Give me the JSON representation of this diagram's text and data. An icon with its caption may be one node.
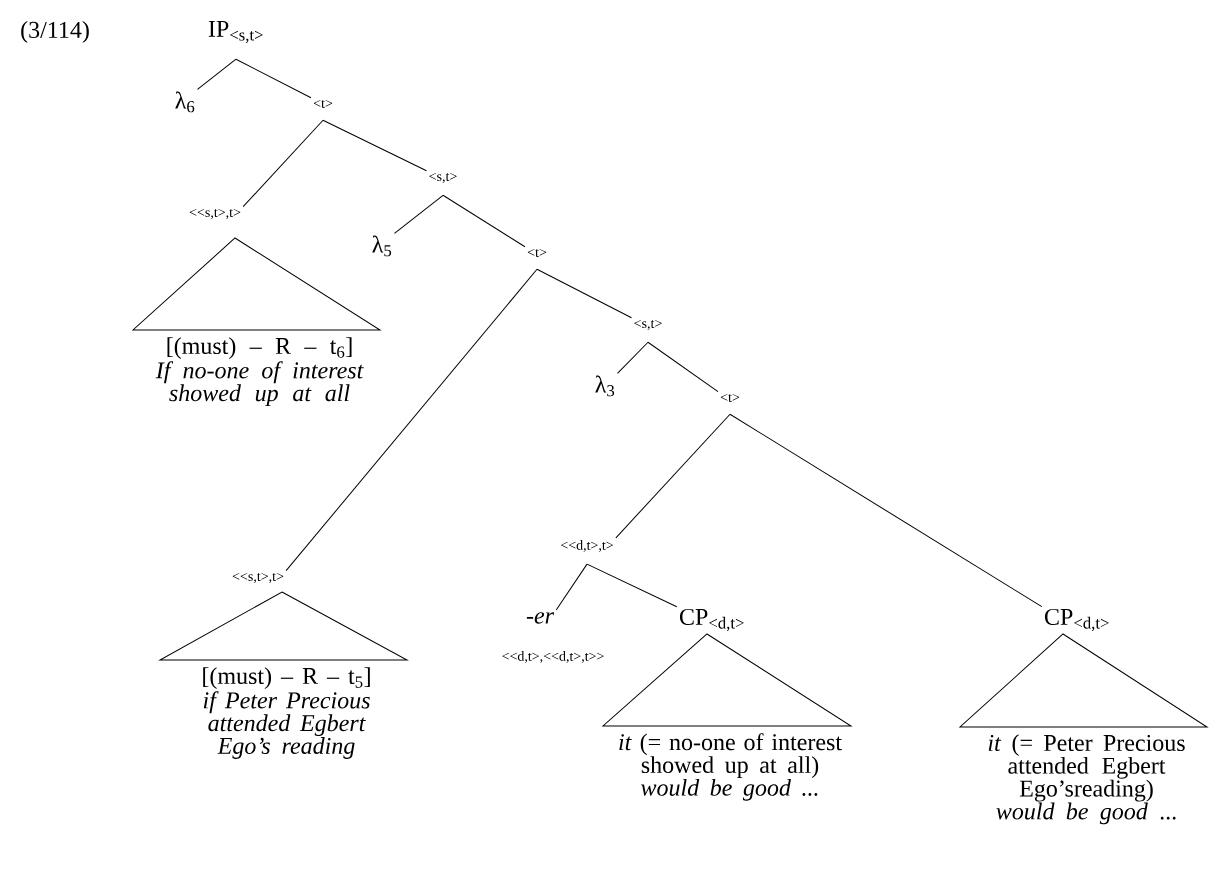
{
  "diagram": {
    "nodes": [
      {
        "text": [
          "IP$_{<s,t>}$"
        ]
      },
      {
        "text": [
          "λ$_{6}$"
        ]
      },
      {
        "text": [
          "<t>"
        ]
      },
      {
        "text": [
          "<<s,t>,t>"
        ]
      },
      {
        "text": [
          "[(must) – R – t$_{6}$]",
          "If no-one of interest showed up at all"
        ]
      },
      {
        "text": [
          "<s,t>"
        ]
      },
      {
        "text": [
          "λ$_{5}$"
        ]
      },
      {
        "text": [
          "<t>"
        ]
      },
      {
        "text": [
          "<<s,t>,t>"
        ]
      },
      {
        "text": [
          "[(must) – R – t$_{5}$]",
          "if Peter Precious attended Egbert Ego’s reading"
        ]
      },
      {
        "text": [
          "<s,t>"
        ]
      },
      {
        "text": [
          "λ$_{3}$"
        ]
      },
      {
        "text": [
          "<t>"
        ]
      },
      {
        "text": [
          "<<d,t>,t>"
        ]
      },
      {
        "text": [
          "-er",
          "<<d,t>,<<d,t>,t>>"
        ]
      },
      {
        "text": [
          "CP$_{<d,t>}$"
        ]
      },
      {
        "text": [
          "*it* (= no-one of interest showed up at all) *would be good ...*"
        ]
      },
      {
        "text": [
          "CP$_{<d,t>}$"
        ]
      },
      {
        "text": [
          "*it* (= Peter Precious attended Egbert Ego’sreading) *would be good* ..."
        ]
      }
    ],
    "edges": [
      {
        "from": 0,
        "to": 1,
        "arrow": "none"
      },
      {
        "from": 0,
        "to": 2,
        "arrow": "none"
      },
      {
        "from": 2,
        "to": 3,
        "arrow": "none"
      },
      {
        "from": 2,
        "to": 5,
        "arrow": "none"
      },
      {
        "from": 5,
        "to": 6,
        "arrow": "none"
      },
      {
        "from": 5,
        "to": 7,
        "arrow": "none"
      },
      {
        "from": 7,
        "to": 8,
        "arrow": "none"
      },
      {
        "from": 7,
        "to": 10,
        "arrow": "none"
      },
      {
        "from": 10,
        "to": 11,
        "arrow": "none"
      },
      {
        "from": 10,
        "to": 12,
        "arrow": "none"
      },
      {
        "from": 12,
        "to": 13,
        "arrow": "none"
      },
      {
        "from": 12,
        "to": 17,
        "arrow": "none"
      },
      {
        "from": 13,
        "to": 14,
        "arrow": "none"
      },
      {
        "from": 13,
        "to": 15,
        "arrow": "none"
      }
    ],
    "labels": [
      "(3/114)"
    ]
  }
}
